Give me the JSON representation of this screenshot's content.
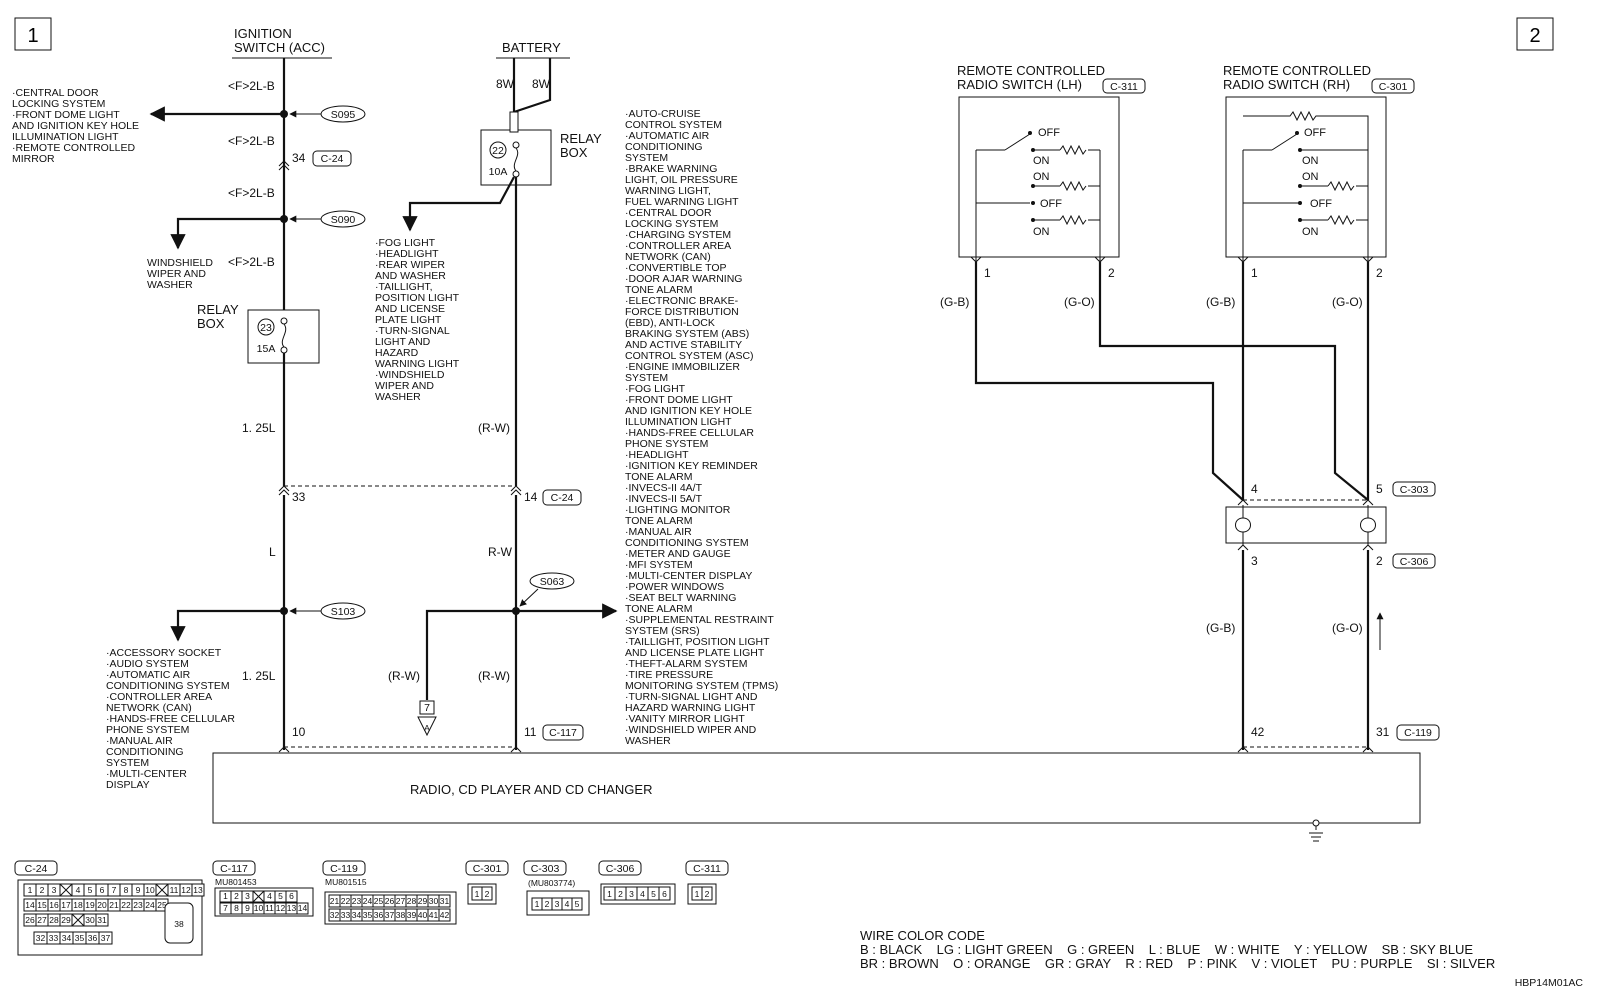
{
  "page_numbers": [
    "1",
    "2"
  ],
  "ignition": {
    "title1": "IGNITION",
    "title2": "SWITCH (ACC)"
  },
  "battery": {
    "title": "BATTERY",
    "w1": "8W",
    "w2": "8W"
  },
  "wires": {
    "f2lb": "<F>2L-B",
    "w125l": "1. 25L",
    "l": "L",
    "rw_paren": "(R-W)",
    "rw": "R-W",
    "gb": "(G-B)",
    "go": "(G-O)"
  },
  "splices": {
    "s095": "S095",
    "s090": "S090",
    "s103": "S103",
    "s063": "S063"
  },
  "connectors": {
    "c24": "C-24",
    "c117": "C-117",
    "c119": "C-119",
    "c301": "C-301",
    "c303": "C-303",
    "c306": "C-306",
    "c311": "C-311"
  },
  "pins": {
    "p34": "34",
    "p33": "33",
    "p14": "14",
    "p10": "10",
    "p11": "11",
    "p1": "1",
    "p2": "2",
    "p4": "4",
    "p5": "5",
    "p3": "3",
    "p42": "42",
    "p31": "31",
    "p7": "7"
  },
  "relay": {
    "label1": "RELAY",
    "label2": "BOX",
    "fuse23": "23",
    "amp23": "15A",
    "fuse22": "22",
    "amp22": "10A"
  },
  "lists": {
    "top_left": [
      "·CENTRAL DOOR",
      " LOCKING SYSTEM",
      "·FRONT DOME LIGHT",
      " AND IGNITION KEY HOLE",
      " ILLUMINATION LIGHT",
      "·REMOTE CONTROLLED",
      " MIRROR"
    ],
    "wiper": [
      "WINDSHIELD",
      "WIPER AND",
      "WASHER"
    ],
    "fog": [
      "·FOG LIGHT",
      "·HEADLIGHT",
      "·REAR WIPER",
      " AND WASHER",
      "·TAILLIGHT,",
      " POSITION LIGHT",
      " AND LICENSE",
      " PLATE LIGHT",
      "·TURN-SIGNAL",
      " LIGHT AND",
      " HAZARD",
      " WARNING LIGHT",
      "·WINDSHIELD",
      " WIPER AND",
      " WASHER"
    ],
    "accessory": [
      "·ACCESSORY SOCKET",
      "·AUDIO SYSTEM",
      "·AUTOMATIC AIR",
      " CONDITIONING SYSTEM",
      "·CONTROLLER AREA",
      " NETWORK (CAN)",
      "·HANDS-FREE CELLULAR",
      " PHONE SYSTEM",
      "·MANUAL AIR",
      " CONDITIONING",
      " SYSTEM",
      "·MULTI-CENTER",
      " DISPLAY"
    ],
    "systems": [
      "·AUTO-CRUISE",
      " CONTROL SYSTEM",
      "·AUTOMATIC AIR",
      " CONDITIONING",
      " SYSTEM",
      "·BRAKE WARNING",
      " LIGHT, OIL PRESSURE",
      " WARNING LIGHT,",
      " FUEL WARNING LIGHT",
      "·CENTRAL DOOR",
      " LOCKING SYSTEM",
      "·CHARGING SYSTEM",
      "·CONTROLLER AREA",
      " NETWORK (CAN)",
      "·CONVERTIBLE TOP",
      "·DOOR AJAR WARNING",
      " TONE ALARM",
      "·ELECTRONIC BRAKE-",
      " FORCE DISTRIBUTION",
      " (EBD), ANTI-LOCK",
      " BRAKING SYSTEM (ABS)",
      " AND ACTIVE STABILITY",
      " CONTROL SYSTEM (ASC)",
      "·ENGINE IMMOBILIZER",
      " SYSTEM",
      "·FOG LIGHT",
      "·FRONT DOME LIGHT",
      " AND IGNITION KEY HOLE",
      " ILLUMINATION LIGHT",
      "·HANDS-FREE CELLULAR",
      " PHONE SYSTEM",
      "·HEADLIGHT",
      "·IGNITION KEY REMINDER",
      " TONE ALARM",
      "·INVECS-II 4A/T",
      "·INVECS-II 5A/T",
      "·LIGHTING MONITOR",
      " TONE ALARM",
      "·MANUAL AIR",
      " CONDITIONING SYSTEM",
      "·METER AND GAUGE",
      "·MFI SYSTEM",
      "·MULTI-CENTER DISPLAY",
      "·POWER WINDOWS",
      "·SEAT BELT WARNING",
      " TONE ALARM",
      "·SUPPLEMENTAL RESTRAINT",
      " SYSTEM (SRS)",
      "·TAILLIGHT, POSITION LIGHT",
      " AND LICENSE PLATE LIGHT",
      "·THEFT-ALARM SYSTEM",
      "·TIRE PRESSURE",
      " MONITORING SYSTEM (TPMS)",
      "·TURN-SIGNAL LIGHT AND",
      " HAZARD WARNING LIGHT",
      "·VANITY MIRROR LIGHT",
      "·WINDSHIELD WIPER AND",
      " WASHER"
    ]
  },
  "switch_lh": {
    "title1": "REMOTE CONTROLLED",
    "title2": "RADIO SWITCH (LH)",
    "conn": "C-311"
  },
  "switch_rh": {
    "title1": "REMOTE CONTROLLED",
    "title2": "RADIO SWITCH (RH)",
    "conn": "C-301"
  },
  "switch_states": {
    "off": "OFF",
    "on": "ON"
  },
  "radio": {
    "label": "RADIO, CD PLAYER AND CD CHANGER"
  },
  "connector_views": {
    "c117_part": "MU801453",
    "c119_part": "MU801515",
    "c303_part": "(MU803774)",
    "c24_row1": [
      "1",
      "2",
      "3",
      "",
      "4",
      "5",
      "6",
      "7",
      "8",
      "9",
      "10",
      "",
      "11",
      "12",
      "13"
    ],
    "c24_row2": [
      "14",
      "15",
      "16",
      "17",
      "18",
      "19",
      "20",
      "21",
      "22",
      "23",
      "24",
      "25"
    ],
    "c24_row3": [
      "26",
      "27",
      "28",
      "29",
      "",
      "30",
      "31"
    ],
    "c24_row4": [
      "32",
      "33",
      "34",
      "35",
      "36",
      "37"
    ],
    "c24_big": "38",
    "c117_row1": [
      "1",
      "2",
      "3",
      "",
      "4",
      "5",
      "6"
    ],
    "c117_row2": [
      "7",
      "8",
      "9",
      "10",
      "11",
      "12",
      "13",
      "14"
    ],
    "c119_row1": [
      "21",
      "22",
      "23",
      "24",
      "25",
      "26",
      "27",
      "28",
      "29",
      "30",
      "31"
    ],
    "c119_row2": [
      "32",
      "33",
      "34",
      "35",
      "36",
      "37",
      "38",
      "39",
      "40",
      "41",
      "42"
    ],
    "c301_pins": [
      "1",
      "2"
    ],
    "c303_pins": [
      "1",
      "2",
      "3",
      "4",
      "5"
    ],
    "c306_pins": [
      "1",
      "2",
      "3",
      "4",
      "5",
      "6"
    ],
    "c311_pins": [
      "1",
      "2"
    ]
  },
  "legend": {
    "title": "WIRE COLOR CODE",
    "line1": "B : BLACK    LG : LIGHT GREEN    G : GREEN    L : BLUE    W : WHITE    Y : YELLOW    SB : SKY BLUE",
    "line2": "BR : BROWN    O : ORANGE    GR : GRAY    R : RED    P : PINK    V : VIOLET    PU : PURPLE    SI : SILVER"
  },
  "figure_code": "HBP14M01AC"
}
